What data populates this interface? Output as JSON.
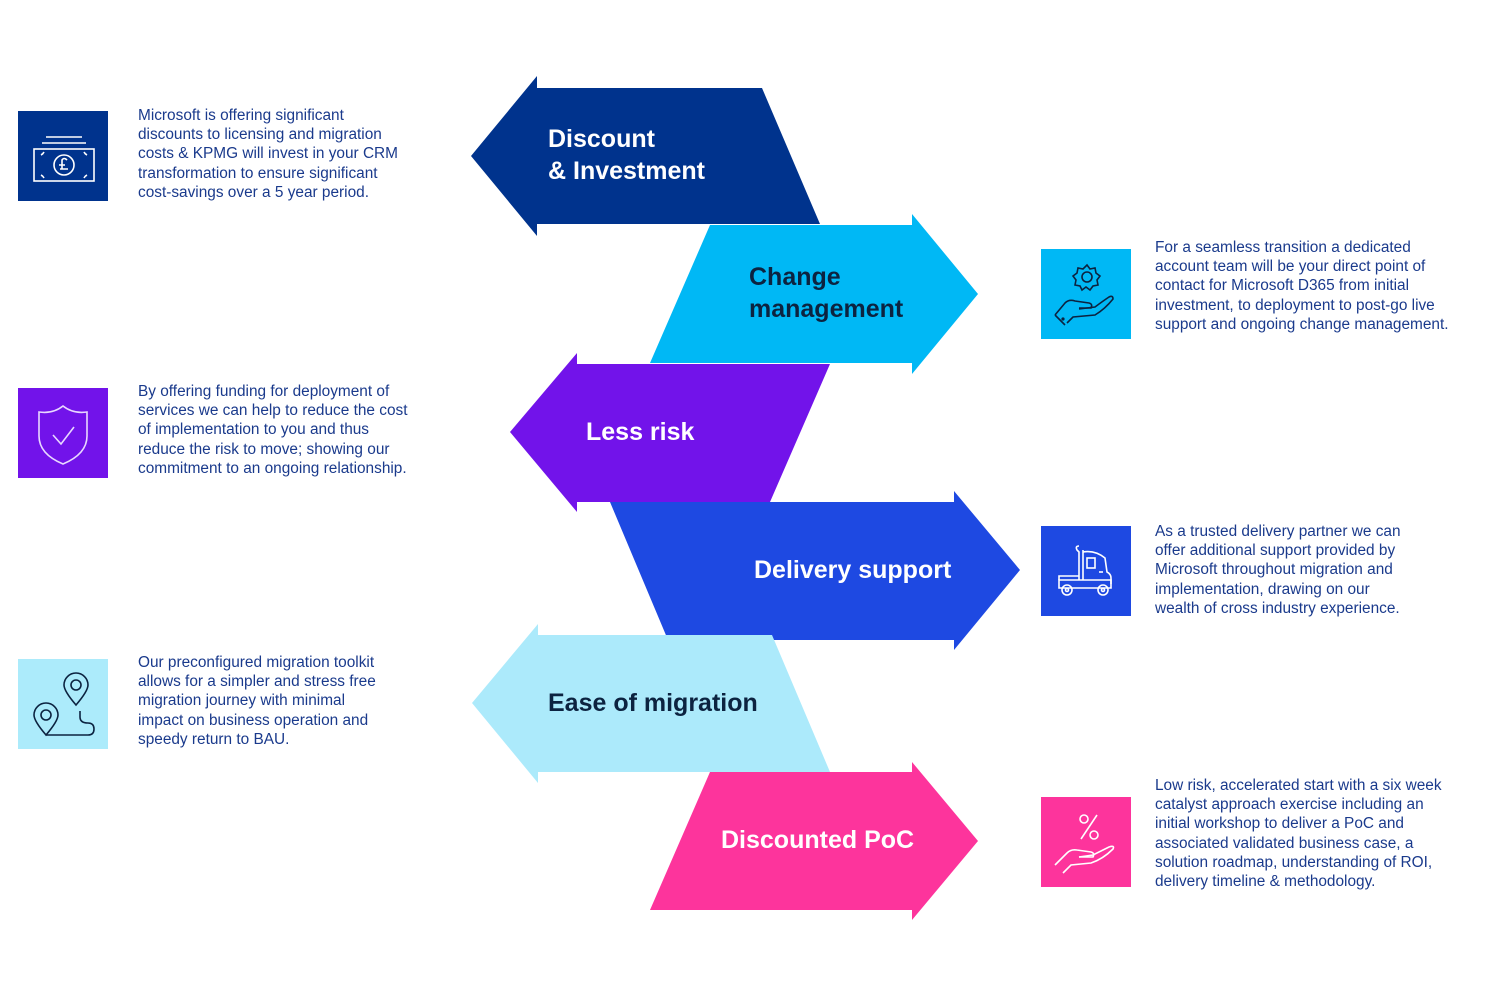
{
  "colors": {
    "text_dark_blue": "#1a3a8c",
    "label_light": "#ffffff",
    "label_dark": "#0c2340"
  },
  "steps": [
    {
      "title": "Discount\n& Investment",
      "direction": "left",
      "color": "#00338d",
      "label_color": "#ffffff",
      "icon": "banknote-pound-icon",
      "description": "Microsoft is offering significant\ndiscounts to licensing and migration\ncosts & KPMG will invest in your CRM\ntransformation to ensure significant\ncost-savings over a 5 year period."
    },
    {
      "title": "Change\nmanagement",
      "direction": "right",
      "color": "#00b8f5",
      "label_color": "#0c2340",
      "icon": "gear-in-hand-icon",
      "description": "For a seamless transition a dedicated\naccount team will be your direct point of\ncontact for Microsoft D365 from initial\ninvestment, to deployment to post-go live\nsupport and ongoing change management."
    },
    {
      "title": "Less risk",
      "direction": "left",
      "color": "#7213ea",
      "label_color": "#ffffff",
      "icon": "shield-check-icon",
      "description": "By offering funding for deployment of\nservices we can help to reduce the cost\nof implementation to you and thus\nreduce the risk to move; showing our\ncommitment to an ongoing relationship."
    },
    {
      "title": "Delivery support",
      "direction": "right",
      "color": "#1e49e2",
      "label_color": "#ffffff",
      "icon": "truck-icon",
      "description": "As a trusted delivery partner we can\noffer additional support provided by\nMicrosoft throughout migration and\nimplementation, drawing on our\nwealth of cross industry experience."
    },
    {
      "title": "Ease of migration",
      "direction": "left",
      "color": "#aceafb",
      "label_color": "#0c2340",
      "icon": "map-route-pins-icon",
      "description": "Our preconfigured migration toolkit\nallows for a simpler and stress free\nmigration journey with minimal\nimpact on business operation and\nspeedy return to BAU."
    },
    {
      "title": "Discounted PoC",
      "direction": "right",
      "color": "#fd349c",
      "label_color": "#ffffff",
      "icon": "percent-in-hand-icon",
      "description": "Low risk, accelerated start with a six week\ncatalyst approach exercise including an\ninitial workshop to deliver a PoC and\nassociated validated business case, a\nsolution roadmap, understanding of ROI,\ndelivery timeline & methodology."
    }
  ]
}
